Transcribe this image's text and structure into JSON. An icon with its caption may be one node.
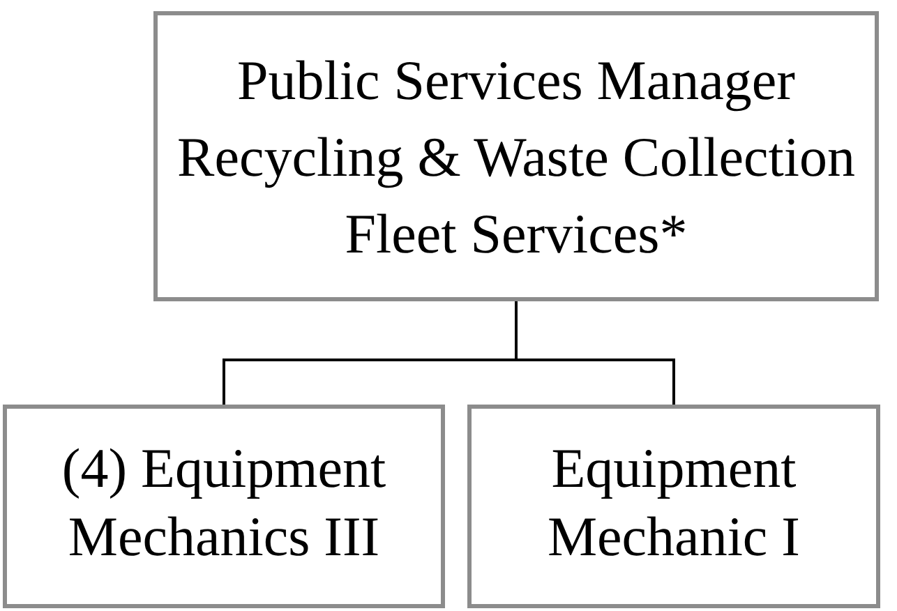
{
  "diagram": {
    "nodes": [
      {
        "text": [
          "Public Services Manager",
          "Recycling & Waste Collection",
          "Fleet Services*"
        ]
      },
      {
        "text": [
          "(4) Equipment Mechanics III"
        ]
      },
      {
        "text": [
          "Equipment Mechanic I"
        ]
      }
    ],
    "edges": [
      {
        "from": 0,
        "to": 1,
        "arrow": "none"
      },
      {
        "from": 0,
        "to": 2,
        "arrow": "none"
      }
    ]
  }
}
